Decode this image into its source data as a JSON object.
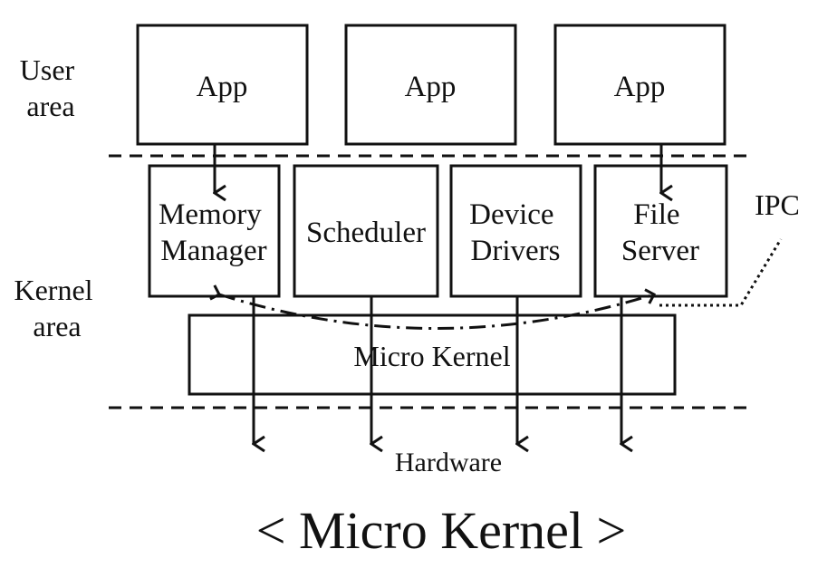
{
  "regions": {
    "user": [
      "User",
      "area"
    ],
    "kernel": [
      "Kernel",
      "area"
    ]
  },
  "apps": [
    "App",
    "App",
    "App"
  ],
  "services": [
    [
      "Memory",
      "Manager"
    ],
    [
      "Scheduler"
    ],
    [
      "Device",
      "Drivers"
    ],
    [
      "File",
      "Server"
    ]
  ],
  "micro_kernel": "Micro Kernel",
  "ipc": "IPC",
  "hardware": "Hardware",
  "caption": "< Micro Kernel >"
}
